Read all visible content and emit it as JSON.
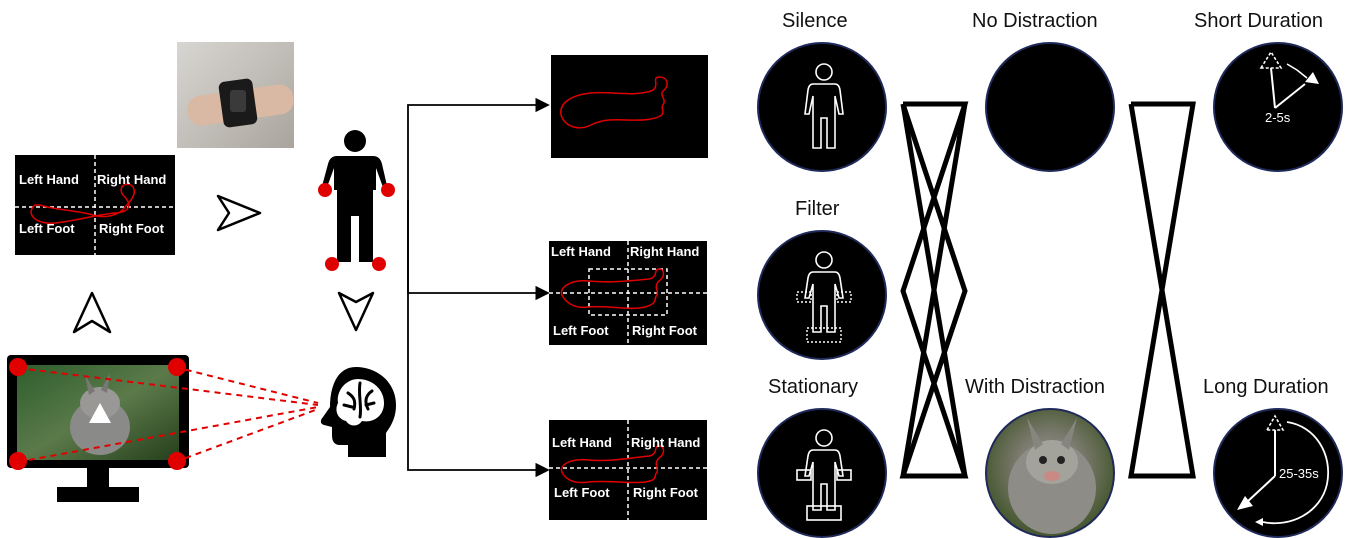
{
  "quadrants": {
    "left_hand": "Left Hand",
    "right_hand": "Right Hand",
    "left_foot": "Left Foot",
    "right_foot": "Right Foot"
  },
  "conditions": {
    "silence": "Silence",
    "filter": "Filter",
    "stationary": "Stationary",
    "no_distraction": "No Distraction",
    "with_distraction": "With Distraction",
    "short_duration": "Short Duration",
    "long_duration": "Long Duration"
  },
  "durations": {
    "short": "2-5s",
    "long": "25-35s"
  },
  "colors": {
    "accent": "#e00000",
    "panel": "#000000",
    "ring": "#1f2a5a"
  },
  "icons": [
    "wristband-photo",
    "monitor-icon",
    "body-figure-icon",
    "brain-head-icon",
    "person-outline-icon",
    "clock-arrow-icon"
  ]
}
